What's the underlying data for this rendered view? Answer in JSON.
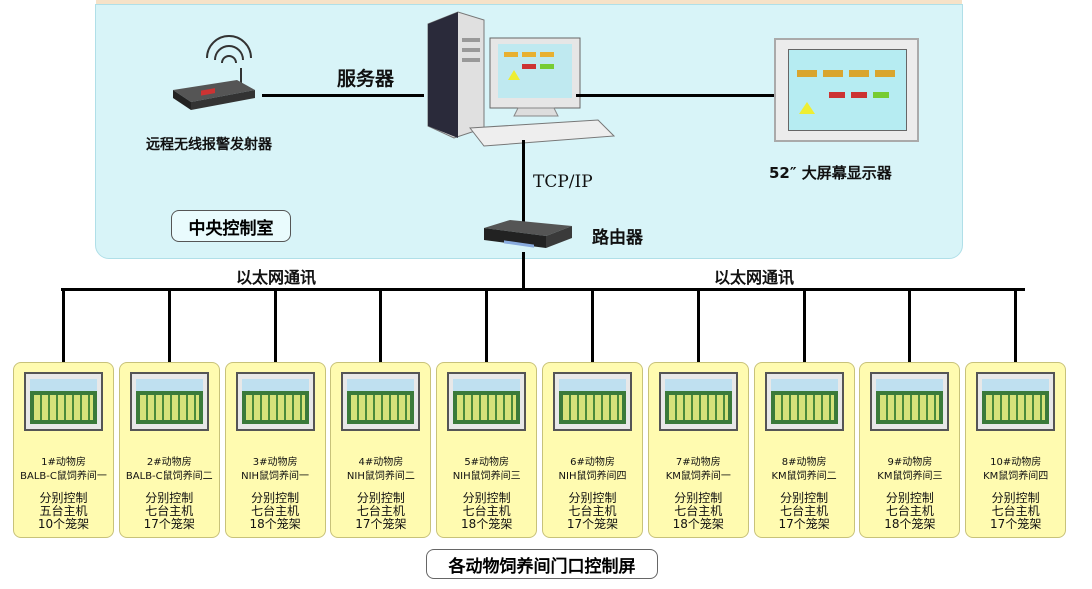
{
  "labels": {
    "transmitter": "远程无线报警发射器",
    "server": "服务器",
    "tcpip": "TCP/IP",
    "display": "52″ 大屏幕显示器",
    "router": "路由器",
    "control_room": "中央控制室",
    "ethernet_left": "以太网通讯",
    "ethernet_right": "以太网通讯",
    "bottom_caption": "各动物饲养间门口控制屏"
  },
  "rooms": [
    {
      "line1": "1#动物房",
      "line2": "BALB-C鼠饲养间一",
      "line3": "分别控制",
      "line4": "五台主机",
      "line5": "10个笼架"
    },
    {
      "line1": "2#动物房",
      "line2": "BALB-C鼠饲养间二",
      "line3": "分别控制",
      "line4": "七台主机",
      "line5": "17个笼架"
    },
    {
      "line1": "3#动物房",
      "line2": "NIH鼠饲养间一",
      "line3": "分别控制",
      "line4": "七台主机",
      "line5": "18个笼架"
    },
    {
      "line1": "4#动物房",
      "line2": "NIH鼠饲养间二",
      "line3": "分别控制",
      "line4": "七台主机",
      "line5": "17个笼架"
    },
    {
      "line1": "5#动物房",
      "line2": "NIH鼠饲养间三",
      "line3": "分别控制",
      "line4": "七台主机",
      "line5": "18个笼架"
    },
    {
      "line1": "6#动物房",
      "line2": "NIH鼠饲养间四",
      "line3": "分别控制",
      "line4": "七台主机",
      "line5": "17个笼架"
    },
    {
      "line1": "7#动物房",
      "line2": "KM鼠饲养间一",
      "line3": "分别控制",
      "line4": "七台主机",
      "line5": "18个笼架"
    },
    {
      "line1": "8#动物房",
      "line2": "KM鼠饲养间二",
      "line3": "分别控制",
      "line4": "七台主机",
      "line5": "17个笼架"
    },
    {
      "line1": "9#动物房",
      "line2": "KM鼠饲养间三",
      "line3": "分别控制",
      "line4": "七台主机",
      "line5": "18个笼架"
    },
    {
      "line1": "10#动物房",
      "line2": "KM鼠饲养间四",
      "line3": "分别控制",
      "line4": "七台主机",
      "line5": "17个笼架"
    }
  ],
  "icons": [
    "wireless-transmitter-icon",
    "server-computer-icon",
    "large-display-icon",
    "router-icon",
    "control-screen-icon"
  ]
}
